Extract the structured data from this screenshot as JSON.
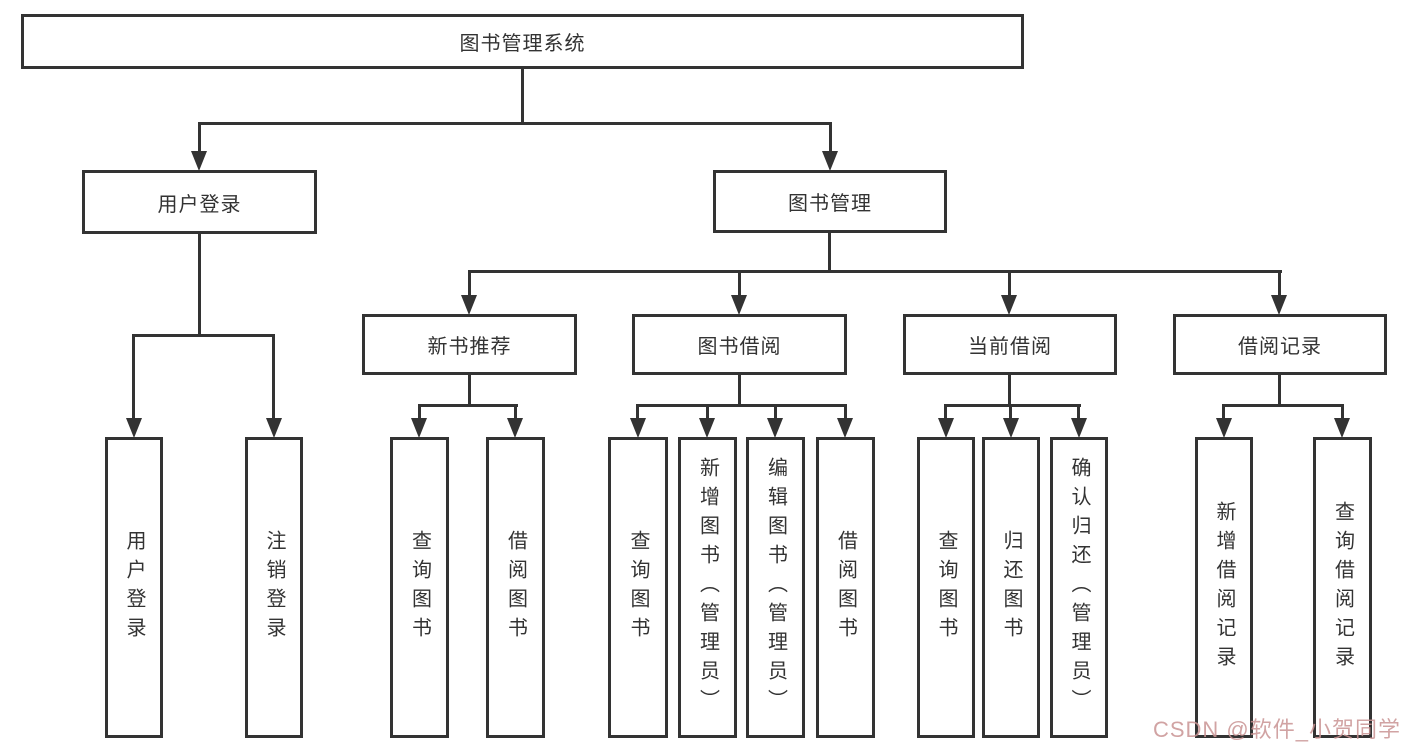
{
  "root": {
    "label": "图书管理系统"
  },
  "branches": {
    "login": {
      "label": "用户登录",
      "children": [
        {
          "label": "用户登录"
        },
        {
          "label": "注销登录"
        }
      ]
    },
    "manage": {
      "label": "图书管理",
      "groups": [
        {
          "label": "新书推荐",
          "children": [
            {
              "label": "查询图书"
            },
            {
              "label": "借阅图书"
            }
          ]
        },
        {
          "label": "图书借阅",
          "children": [
            {
              "label": "查询图书"
            },
            {
              "label": "新增图书（管理员）"
            },
            {
              "label": "编辑图书（管理员）"
            },
            {
              "label": "借阅图书"
            }
          ]
        },
        {
          "label": "当前借阅",
          "children": [
            {
              "label": "查询图书"
            },
            {
              "label": "归还图书"
            },
            {
              "label": "确认归还（管理员）"
            }
          ]
        },
        {
          "label": "借阅记录",
          "children": [
            {
              "label": "新增借阅记录"
            },
            {
              "label": "查询借阅记录"
            }
          ]
        }
      ]
    }
  },
  "watermark": {
    "text": "CSDN @软件_小贺同学"
  },
  "colors": {
    "line": "#333333",
    "text": "#333333",
    "background": "#ffffff",
    "watermark": "#c99393"
  }
}
